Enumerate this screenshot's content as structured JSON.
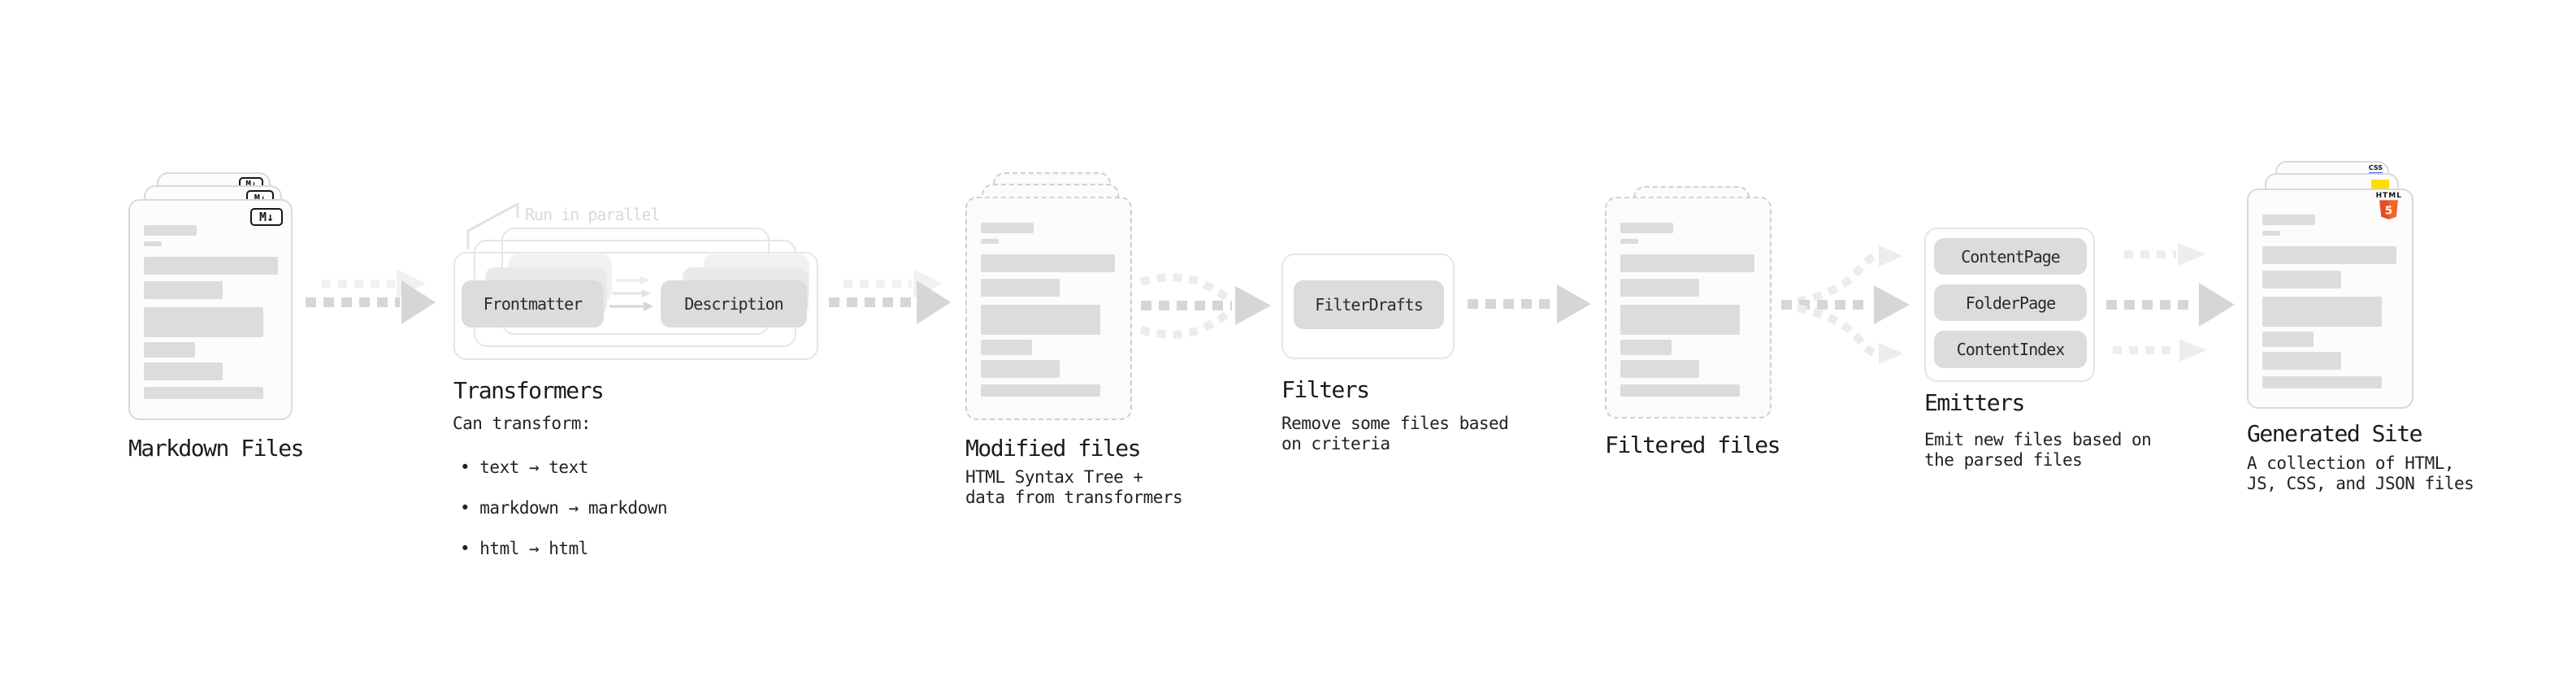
{
  "stages": {
    "markdown": {
      "title": "Markdown Files"
    },
    "transformers": {
      "title": "Transformers",
      "note": "Run in parallel",
      "pills": [
        "Frontmatter",
        "Description"
      ],
      "desc": "Can transform:",
      "bullets": [
        "• text → text",
        "• markdown → markdown",
        "• html → html"
      ]
    },
    "modified": {
      "title": "Modified files",
      "desc": "HTML Syntax Tree +\ndata from transformers"
    },
    "filters": {
      "title": "Filters",
      "pills": [
        "FilterDrafts"
      ],
      "desc": "Remove some files based\non criteria"
    },
    "filtered": {
      "title": "Filtered files"
    },
    "emitters": {
      "title": "Emitters",
      "pills": [
        "ContentPage",
        "FolderPage",
        "ContentIndex"
      ],
      "desc": "Emit new files based on\nthe parsed files"
    },
    "generated": {
      "title": "Generated Site",
      "desc": "A collection of HTML,\nJS, CSS, and JSON files"
    }
  },
  "icons": {
    "markdown_badge": "M↓",
    "html5_word": "HTML",
    "html5_numeral": "5",
    "css_badge": "CSS"
  },
  "colors": {
    "html5_orange": "#e44d26",
    "html5_orange_light": "#f16529",
    "js_yellow": "#ffdd00",
    "css_blue": "#2965f1",
    "arrow_gray": "#d6d6d6",
    "arrow_ghost_gray": "#ececec",
    "card_border": "#d9d9d9",
    "pill_bg": "#dcdcdc",
    "text_dark": "#1b1b1b"
  }
}
